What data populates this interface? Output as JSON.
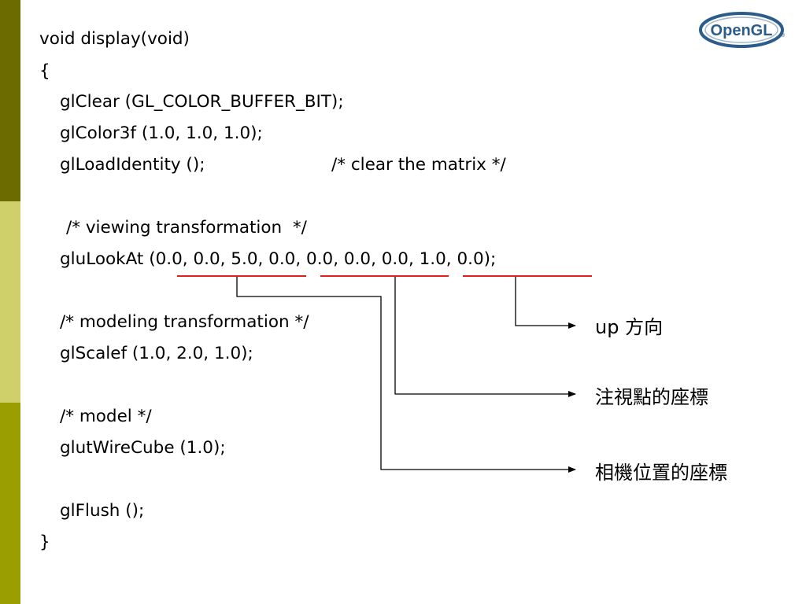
{
  "colors": {
    "sidebar_top": "#6b6b00",
    "sidebar_mid": "#cfd06a",
    "sidebar_bottom": "#9a9e00",
    "underline": "#e0201c",
    "connector": "#000000",
    "logo_blue": "#2c5d8a"
  },
  "logo": {
    "text": "OpenGL",
    "registered": "®"
  },
  "code": {
    "l1": "void display(void)",
    "l2": "{",
    "l3": "glClear (GL_COLOR_BUFFER_BIT);",
    "l4": "glColor3f (1.0, 1.0, 1.0);",
    "l5a": "glLoadIdentity ();",
    "l5b": "/* clear the matrix */",
    "l6": "/* viewing transformation  */",
    "l7": "gluLookAt (0.0, 0.0, 5.0, 0.0, 0.0, 0.0, 0.0, 1.0, 0.0);",
    "l8": "/* modeling transformation */",
    "l9": "glScalef (1.0, 2.0, 1.0);",
    "l10": "/* model */",
    "l11": "glutWireCube (1.0);",
    "l12": "glFlush ();",
    "l13": "}"
  },
  "annotations": {
    "up": "up 方向",
    "center": "注視點的座標",
    "eye": "相機位置的座標"
  }
}
